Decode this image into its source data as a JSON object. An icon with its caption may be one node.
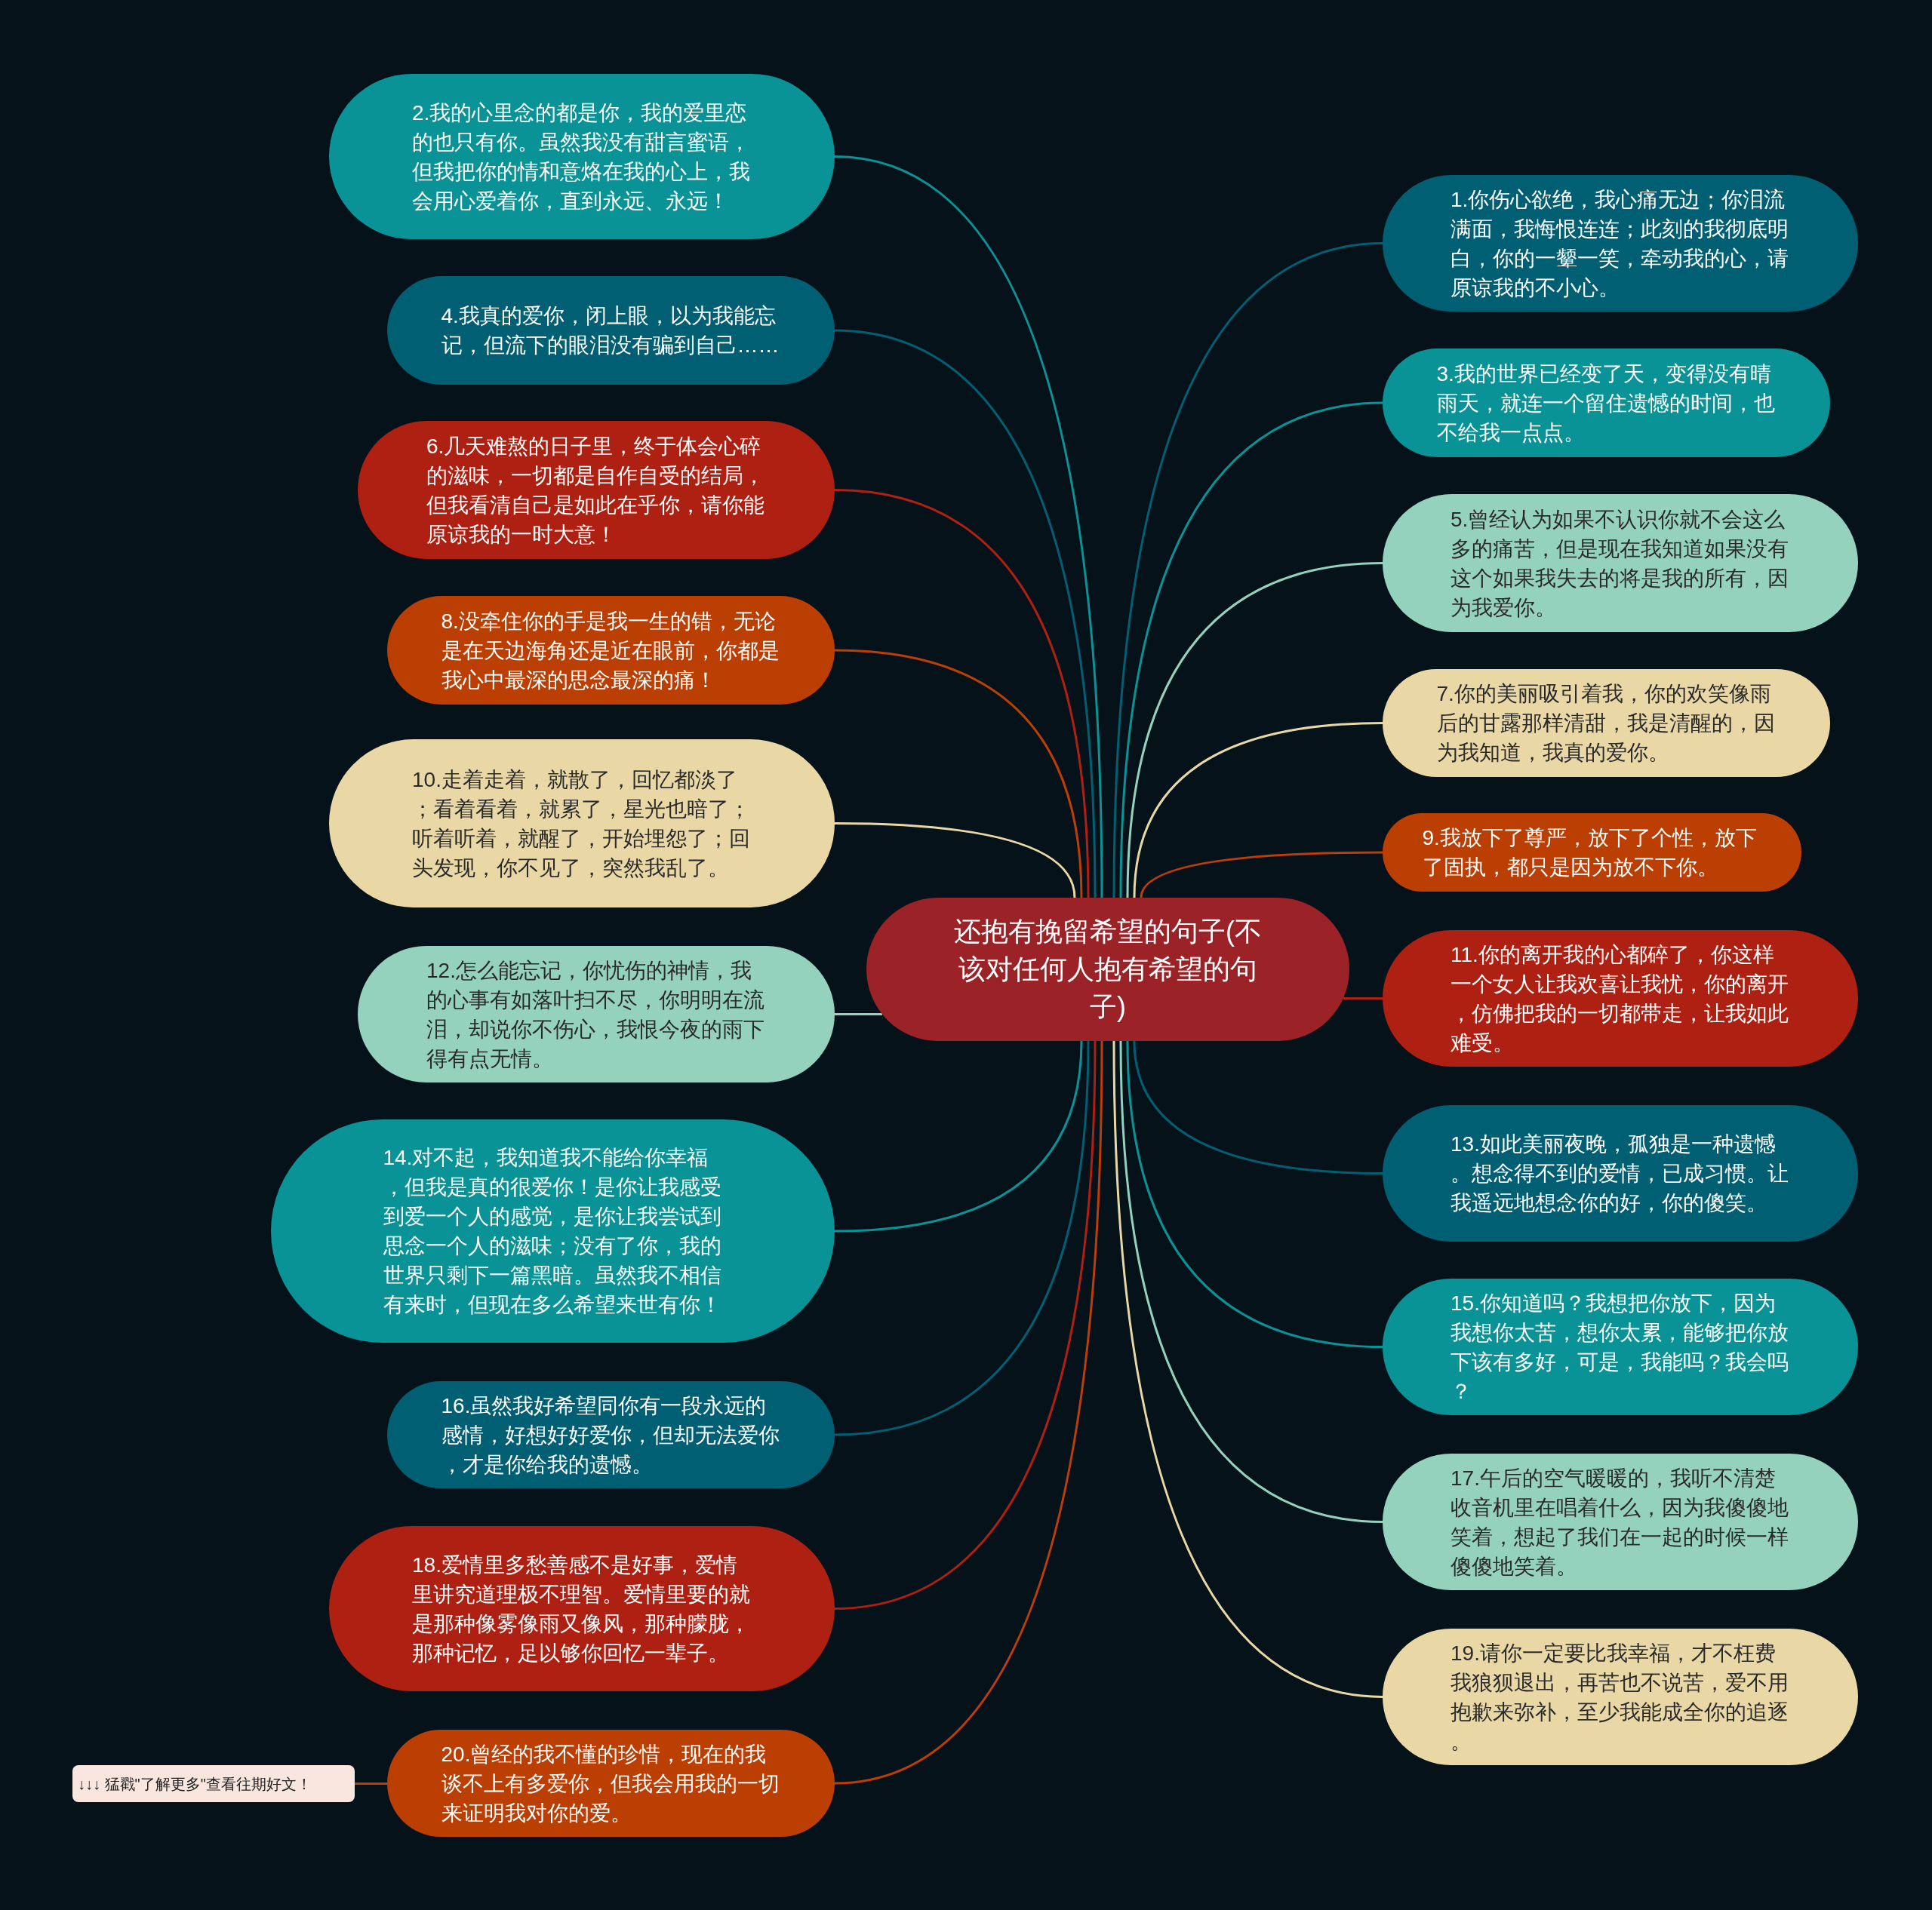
{
  "diagram": {
    "nodes": [
      {
        "text": [
          "还抱有挽留希望的句子(不该对任何人抱有希望的句子)"
        ]
      },
      {
        "text": [
          "1.你伤心欲绝，我心痛无边；你泪流满面，我悔恨连连；此刻的我彻底明白，你的一颦一笑，牵动我的心，请原谅我的不小心。"
        ]
      },
      {
        "text": [
          "2.我的心里念的都是你，我的爱里恋的也只有你。虽然我没有甜言蜜语，但我把你的情和意烙在我的心上，我会用心爱着你，直到永远、永远！"
        ]
      },
      {
        "text": [
          "3.我的世界已经变了天，变得没有晴雨天，就连一个留住遗憾的时间，也不给我一点点。"
        ]
      },
      {
        "text": [
          "4.我真的爱你，闭上眼，以为我能忘记，但流下的眼泪没有骗到自己……"
        ]
      },
      {
        "text": [
          "5.曾经认为如果不认识你就不会这么多的痛苦，但是现在我知道如果没有这个如果我失去的将是我的所有，因为我爱你。"
        ]
      },
      {
        "text": [
          "6.几天难熬的日子里，终于体会心碎的滋味，一切都是自作自受的结局，但我看清自己是如此在乎你，请你能原谅我的一时大意！"
        ]
      },
      {
        "text": [
          "7.你的美丽吸引着我，你的欢笑像雨后的甘露那样清甜，我是清醒的，因为我知道，我真的爱你。"
        ]
      },
      {
        "text": [
          "8.没牵住你的手是我一生的错，无论是在天边海角还是近在眼前，你都是我心中最深的思念最深的痛！"
        ]
      },
      {
        "text": [
          "9.我放下了尊严，放下了个性，放下了固执，都只是因为放不下你。"
        ]
      },
      {
        "text": [
          "10.走着走着，就散了，回忆都淡了；看着看着，就累了，星光也暗了；听着听着，就醒了，开始埋怨了；回头发现，你不见了，突然我乱了。"
        ]
      },
      {
        "text": [
          "11.你的离开我的心都碎了，你这样一个女人让我欢喜让我忧，你的离开，仿佛把我的一切都带走，让我如此难受。"
        ]
      },
      {
        "text": [
          "12.怎么能忘记，你忧伤的神情，我的心事有如落叶扫不尽，你明明在流泪，却说你不伤心，我恨今夜的雨下得有点无情。"
        ]
      },
      {
        "text": [
          "13.如此美丽夜晚，孤独是一种遗憾。想念得不到的爱情，已成习惯。让我遥远地想念你的好，你的傻笑。"
        ]
      },
      {
        "text": [
          "14.对不起，我知道我不能给你幸福，但我是真的很爱你！是你让我感受到爱一个人的感觉，是你让我尝试到思念一个人的滋味；没有了你，我的世界只剩下一篇黑暗。虽然我不相信有来时，但现在多么希望来世有你！"
        ]
      },
      {
        "text": [
          "15.你知道吗？我想把你放下，因为我想你太苦，想你太累，能够把你放下该有多好，可是，我能吗？我会吗？"
        ]
      },
      {
        "text": [
          "16.虽然我好希望同你有一段永远的感情，好想好好爱你，但却无法爱你，才是你给我的遗憾。"
        ]
      },
      {
        "text": [
          "17.午后的空气暖暖的，我听不清楚收音机里在唱着什么，因为我傻傻地笑着，想起了我们在一起的时候一样傻傻地笑着。"
        ]
      },
      {
        "text": [
          "18.爱情里多愁善感不是好事，爱情里讲究道理极不理智。爱情里要的就是那种像雾像雨又像风，那种朦胧，那种记忆，足以够你回忆一辈子。"
        ]
      },
      {
        "text": [
          "19.请你一定要比我幸福，才不枉费我狼狈退出，再苦也不说苦，爱不用抱歉来弥补，至少我能成全你的追逐。"
        ]
      },
      {
        "text": [
          "20.曾经的我不懂的珍惜，现在的我谈不上有多爱你，但我会用我的一切来证明我对你的爱。"
        ]
      },
      {
        "text": [
          "↓↓↓ 猛戳\"了解更多\"查看往期好文！"
        ]
      }
    ],
    "edges": [
      {
        "from": 0,
        "to": 1,
        "arrow": "none",
        "color": "#005f73"
      },
      {
        "from": 0,
        "to": 2,
        "arrow": "none",
        "color": "#0a9396"
      },
      {
        "from": 0,
        "to": 3,
        "arrow": "none",
        "color": "#0a9396"
      },
      {
        "from": 0,
        "to": 4,
        "arrow": "none",
        "color": "#005f73"
      },
      {
        "from": 0,
        "to": 5,
        "arrow": "none",
        "color": "#94d2bd"
      },
      {
        "from": 0,
        "to": 6,
        "arrow": "none",
        "color": "#ae2012"
      },
      {
        "from": 0,
        "to": 7,
        "arrow": "none",
        "color": "#e9d8a6"
      },
      {
        "from": 0,
        "to": 8,
        "arrow": "none",
        "color": "#bb3e03"
      },
      {
        "from": 0,
        "to": 9,
        "arrow": "none",
        "color": "#bb3e03"
      },
      {
        "from": 0,
        "to": 10,
        "arrow": "none",
        "color": "#e9d8a6"
      },
      {
        "from": 0,
        "to": 11,
        "arrow": "none",
        "color": "#ae2012"
      },
      {
        "from": 0,
        "to": 12,
        "arrow": "none",
        "color": "#94d2bd"
      },
      {
        "from": 0,
        "to": 13,
        "arrow": "none",
        "color": "#005f73"
      },
      {
        "from": 0,
        "to": 14,
        "arrow": "none",
        "color": "#0a9396"
      },
      {
        "from": 0,
        "to": 15,
        "arrow": "none",
        "color": "#0a9396"
      },
      {
        "from": 0,
        "to": 16,
        "arrow": "none",
        "color": "#005f73"
      },
      {
        "from": 0,
        "to": 17,
        "arrow": "none",
        "color": "#94d2bd"
      },
      {
        "from": 0,
        "to": 18,
        "arrow": "none",
        "color": "#ae2012"
      },
      {
        "from": 0,
        "to": 19,
        "arrow": "none",
        "color": "#e9d8a6"
      },
      {
        "from": 0,
        "to": 20,
        "arrow": "none",
        "color": "#bb3e03"
      },
      {
        "from": 20,
        "to": 21,
        "arrow": "none",
        "color": "#bb3e03"
      }
    ]
  }
}
